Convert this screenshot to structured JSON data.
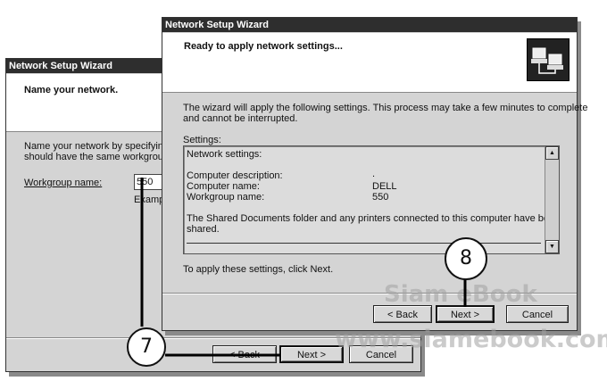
{
  "back_window": {
    "title": "Network Setup Wizard",
    "header_title": "Name your network.",
    "description_line1": "Name your network by specifying a",
    "description_line2": "should have the same workgroup n",
    "workgroup_label": "Workgroup name:",
    "workgroup_value": "550",
    "example_text": "Example",
    "back_label": "< Back",
    "next_label": "Next >",
    "cancel_label": "Cancel"
  },
  "front_window": {
    "title": "Network Setup Wizard",
    "header_title": "Ready to apply network settings...",
    "header_icon": "network-computers-icon",
    "intro_line1": "The wizard will apply the following settings. This process may take a few minutes to complete",
    "intro_line2": "and cannot be interrupted.",
    "settings_label": "Settings:",
    "settings": {
      "heading": "Network settings:",
      "rows": [
        {
          "label": "Computer description:",
          "value": "."
        },
        {
          "label": "Computer name:",
          "value": "DELL"
        },
        {
          "label": "Workgroup name:",
          "value": "550"
        }
      ],
      "note_line1": "The Shared Documents folder and any printers connected to this computer have been",
      "note_line2": "shared."
    },
    "footer_text": "To apply these settings, click Next.",
    "back_label": "< Back",
    "next_label": "Next >",
    "cancel_label": "Cancel"
  },
  "callouts": [
    {
      "number": "7"
    },
    {
      "number": "8"
    }
  ],
  "watermark": {
    "line1": "Siam eBook",
    "line2": "www.siamebook.com"
  },
  "colors": {
    "titlebar": "#2e2e2e",
    "dialog_face": "#d4d4d4",
    "header_bg": "#ffffff"
  }
}
